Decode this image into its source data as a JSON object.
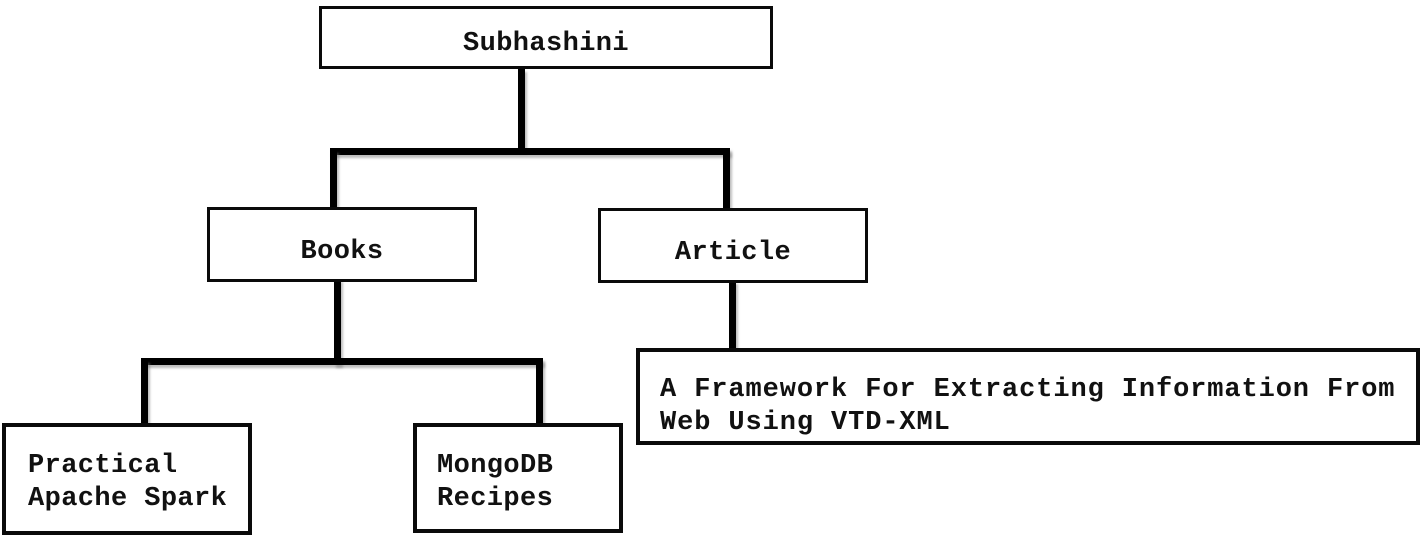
{
  "nodes": {
    "root": {
      "label": "Subhashini"
    },
    "books": {
      "label": "Books"
    },
    "article": {
      "label": "Article"
    },
    "practical_apache_spark": {
      "lines": [
        "Practical",
        "Apache Spark"
      ]
    },
    "mongodb_recipes": {
      "lines": [
        "MongoDB",
        "Recipes"
      ]
    },
    "framework_article": {
      "lines": [
        "A Framework For Extracting Information From",
        "Web Using VTD-XML"
      ]
    }
  },
  "colors": {
    "line": "#000000",
    "box_border": "#0a0a0a",
    "box_background": "#ffffff",
    "text": "#111111"
  }
}
